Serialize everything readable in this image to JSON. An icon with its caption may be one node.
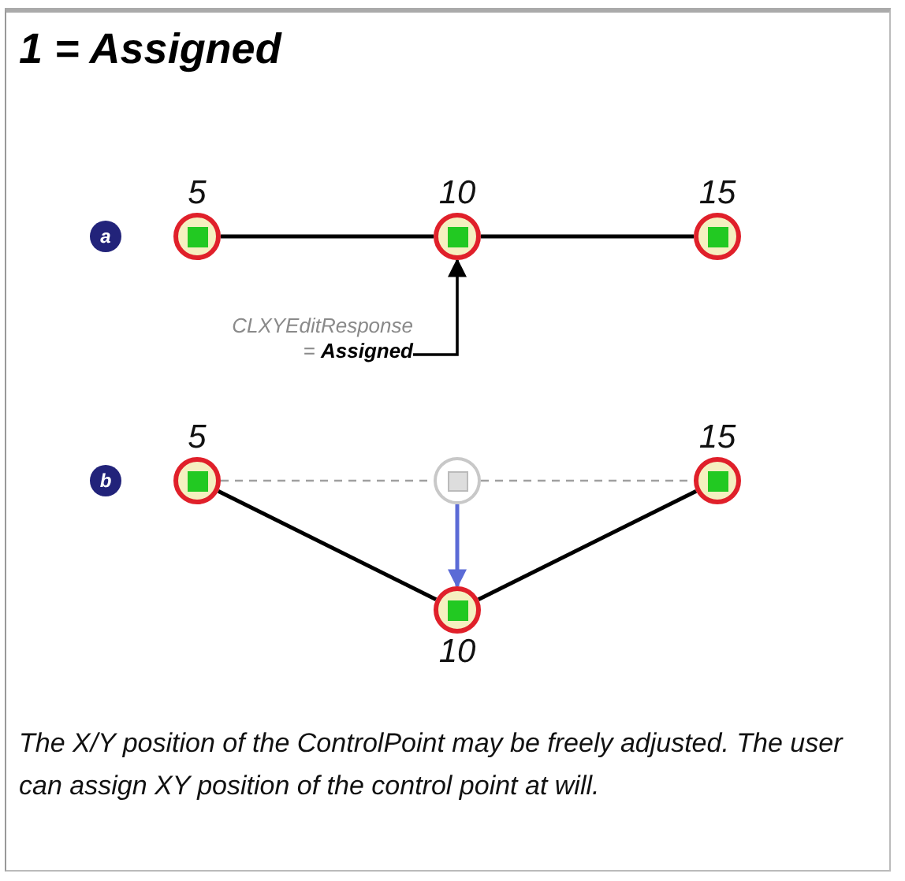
{
  "diagram": {
    "title": "1 = Assigned",
    "nodes": [
      {
        "text": [
          "5"
        ]
      },
      {
        "text": [
          "10"
        ]
      },
      {
        "text": [
          "15"
        ]
      },
      {
        "text": [
          "CLXYEditResponse = **Assigned**"
        ]
      },
      {
        "text": [
          "5"
        ]
      },
      {
        "text": [],
        "shape": "circle"
      },
      {
        "text": [
          "15"
        ]
      },
      {
        "text": [
          "10"
        ]
      }
    ],
    "edges": [
      {
        "from": 0,
        "to": 1,
        "arrow": "none"
      },
      {
        "from": 1,
        "to": 2,
        "arrow": "none"
      },
      {
        "from": 3,
        "to": 1,
        "arrow": "to"
      },
      {
        "from": 4,
        "to": 5,
        "arrow": "none",
        "style": "dashed",
        "color": "#a0a0a0"
      },
      {
        "from": 5,
        "to": 6,
        "arrow": "none",
        "style": "dashed",
        "color": "#a0a0a0"
      },
      {
        "from": 5,
        "to": 7,
        "arrow": "to",
        "color": "#5b6bd6"
      },
      {
        "from": 4,
        "to": 7,
        "arrow": "none"
      },
      {
        "from": 7,
        "to": 6,
        "arrow": "none"
      }
    ],
    "labels": [
      "a",
      "b"
    ],
    "caption": "The X/Y position of the ControlPoint may be freely adjusted. The user can assign XY position of the control point at will."
  }
}
